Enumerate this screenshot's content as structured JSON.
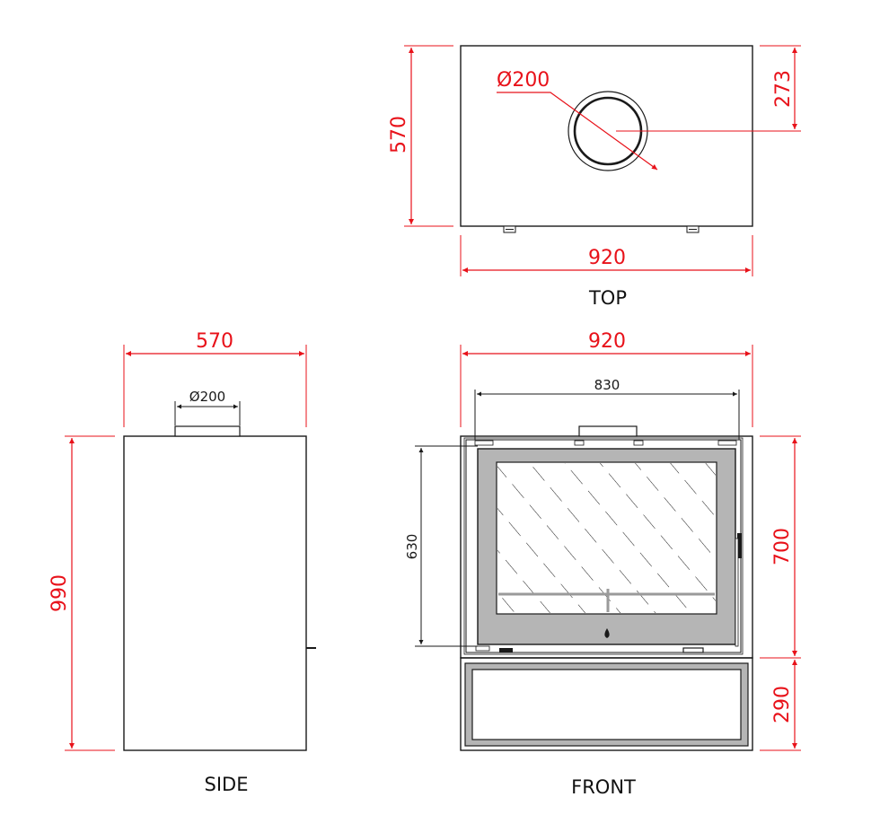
{
  "colors": {
    "dimension": "#e8121a",
    "outline": "#1a1a1a",
    "panel_gray": "#b5b5b5",
    "background": "#ffffff"
  },
  "views": {
    "top": {
      "label": "TOP",
      "width_dim": "920",
      "depth_dim": "570",
      "flue_offset_dim": "273",
      "flue_diameter_dim": "Ø200"
    },
    "side": {
      "label": "SIDE",
      "depth_dim": "570",
      "height_dim": "990",
      "flue_diameter_dim": "Ø200"
    },
    "front": {
      "label": "FRONT",
      "width_dim": "920",
      "inner_width_dim": "830",
      "firebox_height_dim": "700",
      "base_height_dim": "290",
      "glass_height_dim": "630"
    }
  }
}
